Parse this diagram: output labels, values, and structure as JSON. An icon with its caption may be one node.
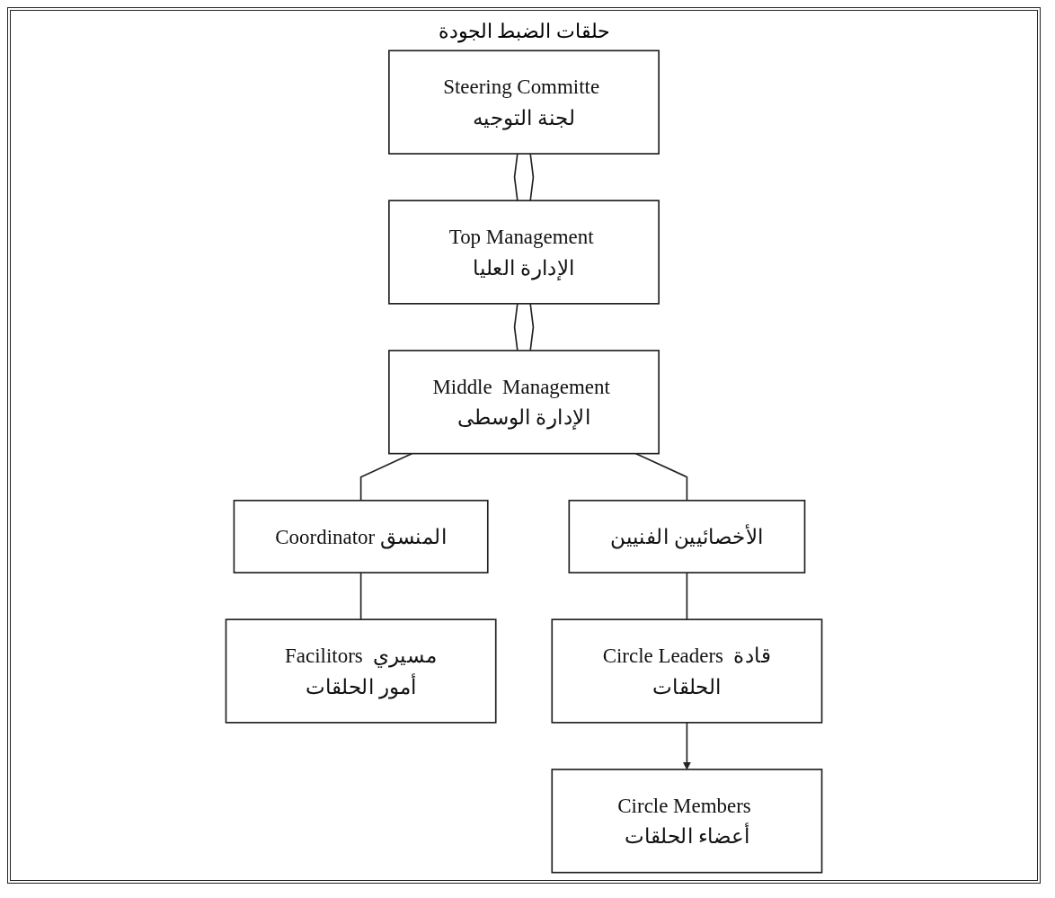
{
  "diagram": {
    "nodes": [
      {
        "text": [
          "Steering Committe لجنة التوجيه"
        ]
      },
      {
        "text": [
          "Top Management الإدارة العليا"
        ]
      },
      {
        "text": [
          "Middle  Management الإدارة الوسطى"
        ]
      },
      {
        "text": [
          "Coordinator المنسق"
        ]
      },
      {
        "text": [
          "الأخصائيين الفنيين"
        ]
      },
      {
        "text": [
          "Facilitors مسيري أمور الحلقات"
        ]
      },
      {
        "text": [
          "Circle Leaders قادة الحلقات"
        ]
      },
      {
        "text": [
          "Circle Members أعضاء الحلقات"
        ]
      }
    ],
    "edges": [
      {
        "from": 0,
        "to": 1,
        "arrow": "none"
      },
      {
        "from": 0,
        "to": 1,
        "arrow": "none"
      },
      {
        "from": 1,
        "to": 2,
        "arrow": "none"
      },
      {
        "from": 1,
        "to": 2,
        "arrow": "none"
      },
      {
        "from": 2,
        "to": 4,
        "arrow": "none"
      },
      {
        "from": 2,
        "to": 3,
        "arrow": "none"
      },
      {
        "from": 3,
        "to": 5,
        "arrow": "none"
      },
      {
        "from": 4,
        "to": 6,
        "arrow": "none"
      },
      {
        "from": 6,
        "to": 7,
        "arrow": "to"
      }
    ],
    "labels": [
      "حلقات الضبط الجودة"
    ]
  }
}
